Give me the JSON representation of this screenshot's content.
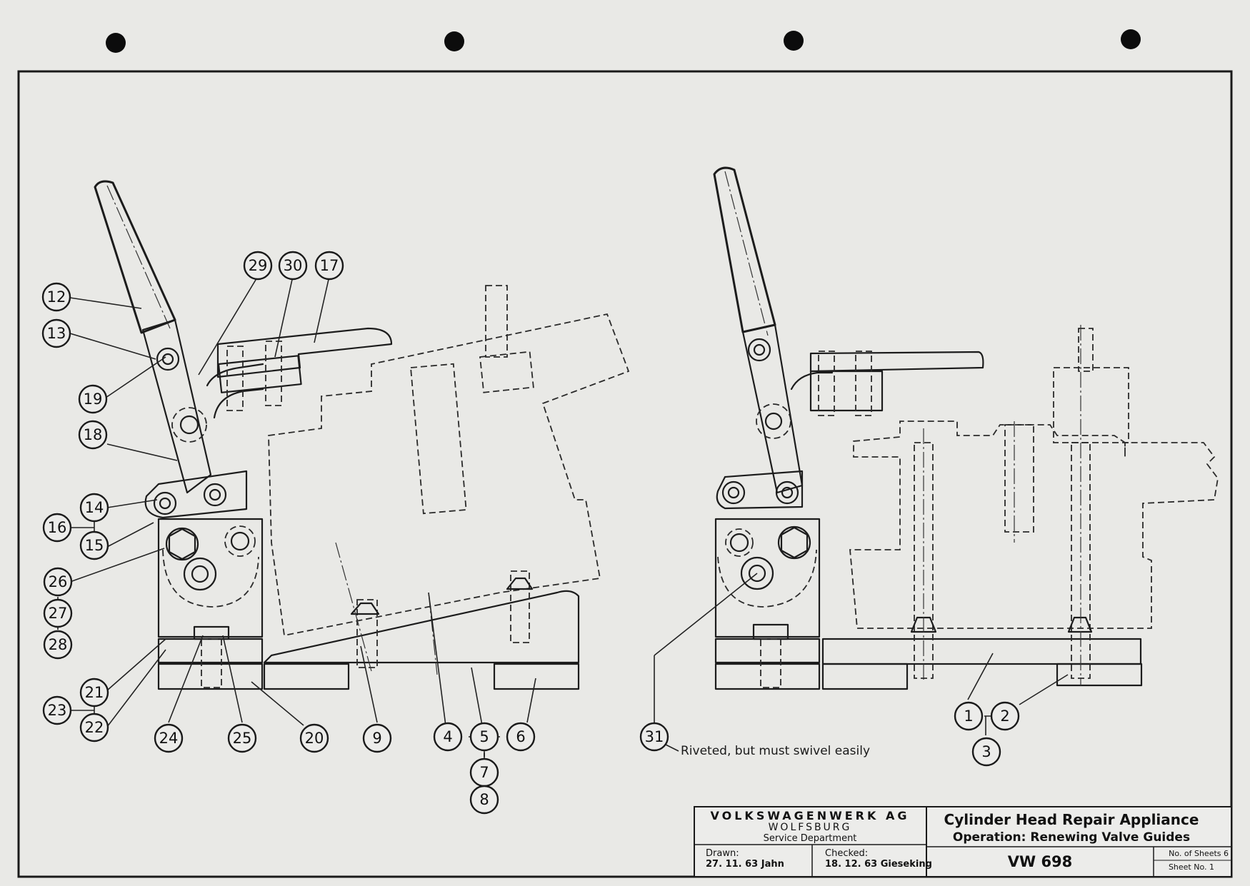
{
  "callouts": {
    "c1": "1",
    "c2": "2",
    "c3": "3",
    "c4": "4",
    "c5": "5",
    "c6": "6",
    "c7": "7",
    "c8": "8",
    "c9": "9",
    "c12": "12",
    "c13": "13",
    "c14": "14",
    "c15": "15",
    "c16": "16",
    "c17": "17",
    "c18": "18",
    "c19": "19",
    "c20": "20",
    "c21": "21",
    "c22": "22",
    "c23": "23",
    "c24": "24",
    "c25": "25",
    "c26": "26",
    "c27": "27",
    "c28": "28",
    "c29": "29",
    "c30": "30",
    "c31": "31"
  },
  "note": "Riveted, but must swivel easily",
  "title_block": {
    "company": "VOLKSWAGENWERK AG",
    "city": "WOLFSBURG",
    "department": "Service Department",
    "drawn_label": "Drawn:",
    "drawn_value": "27. 11. 63 Jahn",
    "checked_label": "Checked:",
    "checked_value": "18. 12. 63 Gieseking",
    "title": "Cylinder Head Repair Appliance",
    "operation": "Operation: Renewing Valve Guides",
    "drawing_number": "VW 698",
    "sheets_label": "No. of Sheets 6",
    "sheet_label": "Sheet No. 1"
  }
}
